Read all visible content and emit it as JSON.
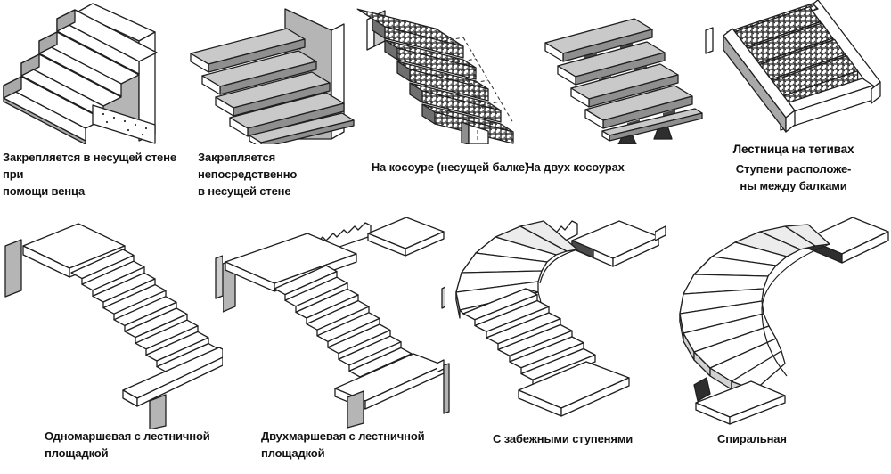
{
  "page": {
    "background": "#ffffff",
    "ink": "#1a1a1a"
  },
  "colors": {
    "gray_light": "#c9c9c9",
    "gray_mid": "#a9a9a9",
    "gray_dark": "#6f6f6f",
    "wall_gray": "#b5b5b5",
    "brick_dark": "#222222"
  },
  "figures": [
    {
      "id": "wall-crown",
      "caption": "Закрепляется в несущей стене при\nпомощи венца"
    },
    {
      "id": "wall-direct",
      "caption": "Закрепляется непосредственно\nв несущей стене"
    },
    {
      "id": "kosour",
      "caption": "На косоуре (несущей балке)"
    },
    {
      "id": "two-kosours",
      "caption": "На двух косоурах"
    },
    {
      "id": "tetiva",
      "title": "Лестница на тетивах",
      "caption": "Ступени расположе-\nны между балками"
    },
    {
      "id": "single-flight",
      "caption": "Одномаршевая с лестничной\nплощадкой"
    },
    {
      "id": "double-flight",
      "caption": "Двухмаршевая с лестничной\nплощадкой"
    },
    {
      "id": "winder",
      "caption": "С забежными ступенями"
    },
    {
      "id": "spiral",
      "caption": "Спиральная"
    }
  ]
}
